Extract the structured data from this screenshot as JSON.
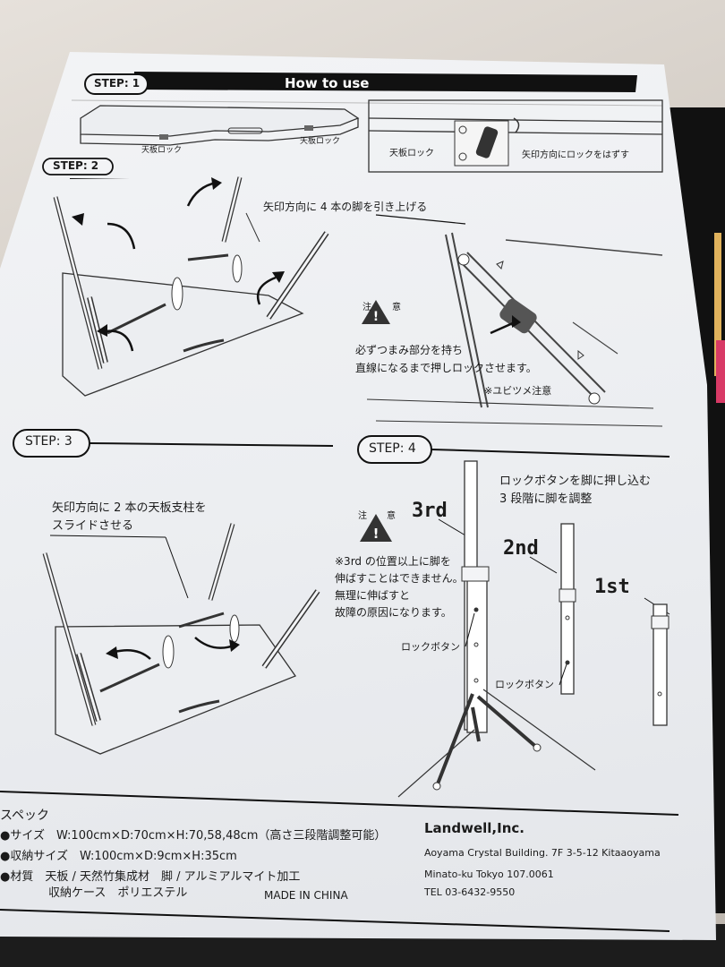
{
  "header": {
    "step1_label": "STEP: 1",
    "title": "How to use"
  },
  "step1": {
    "label_lock_left": "天板ロック",
    "label_lock_right": "天板ロック",
    "detail_label_lock": "天板ロック",
    "detail_label_release": "矢印方向にロックをはずす"
  },
  "step2": {
    "label": "STEP: 2",
    "instruction": "矢印方向に 4 本の脚を引き上げる",
    "caution_label_left": "注",
    "caution_label_right": "意",
    "caution_line1": "必ずつまみ部分を持ち",
    "caution_line2": "直線になるまで押しロックさせます。",
    "pinch_note": "※ユビツメ注意"
  },
  "step3": {
    "label": "STEP: 3",
    "instruction_line1": "矢印方向に 2 本の天板支柱を",
    "instruction_line2": "スライドさせる"
  },
  "step4": {
    "label": "STEP: 4",
    "instruction_line1": "ロックボタンを脚に押し込む",
    "instruction_line2": "3 段階に脚を調整",
    "caution_label_left": "注",
    "caution_label_right": "意",
    "warning_line1": "※3rd の位置以上に脚を",
    "warning_line2": "伸ばすことはできません。",
    "warning_line3": "無理に伸ばすと",
    "warning_line4": "故障の原因になります。",
    "height_3rd": "3rd",
    "height_2nd": "2nd",
    "height_1st": "1st",
    "lock_button_label_1": "ロックボタン",
    "lock_button_label_2": "ロックボタン"
  },
  "spec": {
    "heading": "スペック",
    "size_line": "●サイズ　W:100cm×D:70cm×H:70,58,48cm（高さ三段階調整可能）",
    "storage_line": "●収納サイズ　W:100cm×D:9cm×H:35cm",
    "material_line": "●材質　天板 / 天然竹集成材　脚 / アルミアルマイト加工",
    "case_line": "収納ケース　ポリエステル",
    "made_in": "MADE IN CHINA"
  },
  "company": {
    "name": "Landwell,Inc.",
    "address1": "Aoyama Crystal Building. 7F  3-5-12 Kitaaoyama",
    "address2": "Minato-ku Tokyo  107.0061",
    "tel": "TEL 03-6432-9550"
  }
}
